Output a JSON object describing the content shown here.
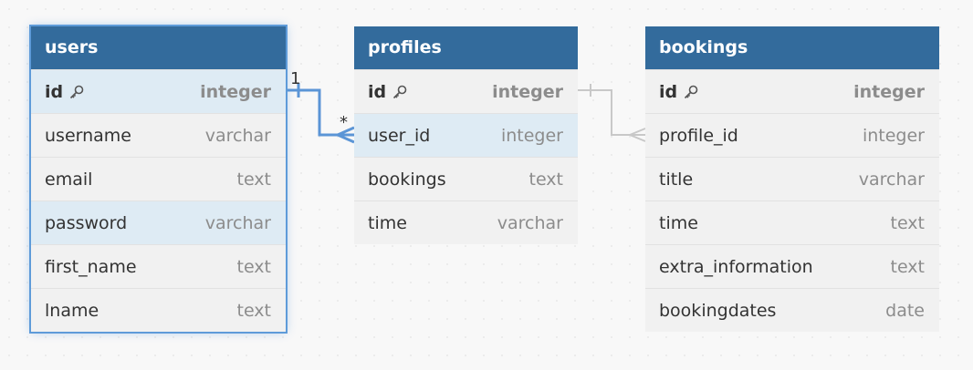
{
  "tables": [
    {
      "name": "users",
      "fields": [
        {
          "name": "id",
          "type": "integer",
          "pk": true
        },
        {
          "name": "username",
          "type": "varchar"
        },
        {
          "name": "email",
          "type": "text"
        },
        {
          "name": "password",
          "type": "varchar"
        },
        {
          "name": "first_name",
          "type": "text"
        },
        {
          "name": "lname",
          "type": "text"
        }
      ]
    },
    {
      "name": "profiles",
      "fields": [
        {
          "name": "id",
          "type": "integer",
          "pk": true
        },
        {
          "name": "user_id",
          "type": "integer"
        },
        {
          "name": "bookings",
          "type": "text"
        },
        {
          "name": "time",
          "type": "varchar"
        }
      ]
    },
    {
      "name": "bookings",
      "fields": [
        {
          "name": "id",
          "type": "integer",
          "pk": true
        },
        {
          "name": "profile_id",
          "type": "integer"
        },
        {
          "name": "title",
          "type": "varchar"
        },
        {
          "name": "time",
          "type": "text"
        },
        {
          "name": "extra_information",
          "type": "text"
        },
        {
          "name": "bookingdates",
          "type": "date"
        }
      ]
    }
  ],
  "relations": [
    {
      "from": "users.id",
      "to": "profiles.user_id",
      "from_label": "1",
      "to_label": "*",
      "active": true
    },
    {
      "from": "profiles.id",
      "to": "bookings.profile_id",
      "active": false
    }
  ],
  "colors": {
    "header": "#336b9c",
    "active_line": "#5b95d6",
    "inactive_line": "#c8c8c8",
    "highlight_row": "#deebf4"
  },
  "icons": {
    "primary_key": "key-icon"
  }
}
